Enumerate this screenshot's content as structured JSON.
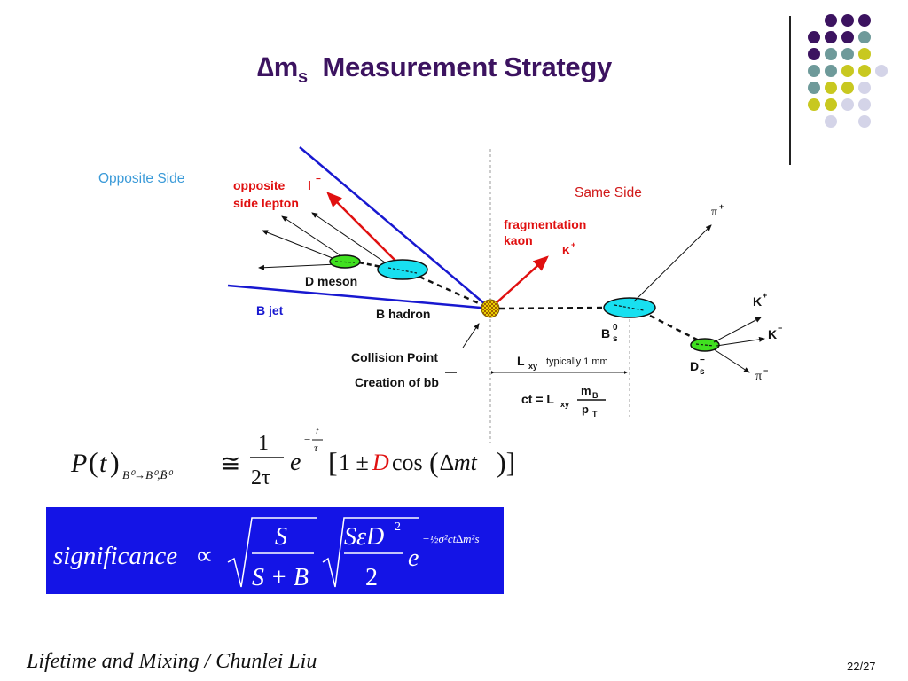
{
  "title": {
    "prefix": "∆m",
    "subscript": "s",
    "rest": "Measurement Strategy"
  },
  "labels": {
    "opposite_side": "Opposite Side",
    "same_side": "Same Side",
    "opposite_lepton_1": "opposite",
    "opposite_lepton_2": "side lepton",
    "lepton": "l",
    "lepton_sup": "−",
    "fragmentation_1": "fragmentation",
    "fragmentation_2": "kaon",
    "kaon": "K",
    "kaon_sup": "+",
    "d_meson": "D meson",
    "b_jet": "B jet",
    "b_hadron": "B hadron",
    "collision_1": "Collision Point",
    "collision_2": "Creation of bb",
    "bs": "B",
    "bs_sup": "0",
    "bs_sub": "s",
    "ds": "D",
    "ds_sup": "−",
    "ds_sub": "s",
    "pi_plus": "π",
    "pi_plus_sup": "+",
    "pi_minus": "π",
    "pi_minus_sup": "−",
    "k_plus": "K",
    "k_plus_sup": "+",
    "k_minus": "K",
    "k_minus_sup": "−",
    "lxy": "L",
    "lxy_sub": "xy",
    "typical": "typically 1 mm",
    "ct": "ct = L",
    "ct_sub": "xy",
    "mb": "m",
    "mb_sub": "B",
    "pt": "p",
    "pt_sub": "T"
  },
  "formula": {
    "p": "P",
    "t": "t",
    "subscript": "B⁰→B⁰,B̄⁰",
    "approx": "≅",
    "num": "1",
    "den": "2τ",
    "e": "e",
    "exp_num": "t",
    "exp_den": "τ",
    "bracket": "1 ±",
    "dil": "D",
    "cos": "cos",
    "arg": "∆mt"
  },
  "significance": {
    "word": "significance",
    "prop": "∝",
    "s": "S",
    "splusb": "S + B",
    "sed": "SεD",
    "sq": "2",
    "two": "2",
    "e": "e",
    "exp": "−½σ²ct∆m²s"
  },
  "footer": {
    "left": "Lifetime and Mixing / Chunlei Liu",
    "right": "22/27"
  },
  "colors": {
    "purple": "#3c1360",
    "teal": "#6e9a9a",
    "yellow": "#c8c820",
    "lavender": "#d4d4e8",
    "blue_line": "#1818d0",
    "red": "#e01010",
    "cyan": "#18e0f0",
    "green": "#40e020",
    "label_blue": "#3a9ad8",
    "box_blue": "#1414e6"
  }
}
